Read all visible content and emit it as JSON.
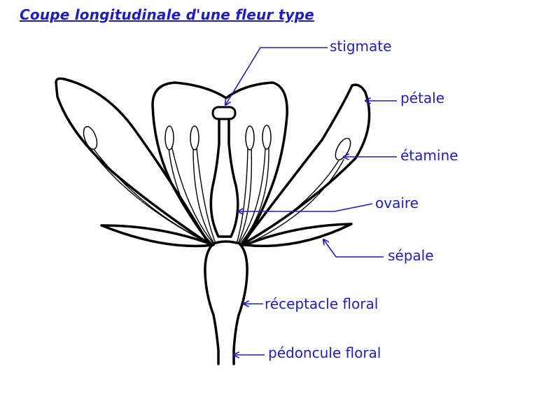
{
  "title": "Coupe longitudinale d'une fleur type",
  "colors": {
    "label": "#1b1bd6",
    "outline": "#000000",
    "background": "#ffffff"
  },
  "labels": {
    "stigmate": "stigmate",
    "petale": "pétale",
    "etamine": "étamine",
    "ovaire": "ovaire",
    "sepale": "sépale",
    "receptacle": "réceptacle floral",
    "pedoncule": "pédoncule floral"
  }
}
